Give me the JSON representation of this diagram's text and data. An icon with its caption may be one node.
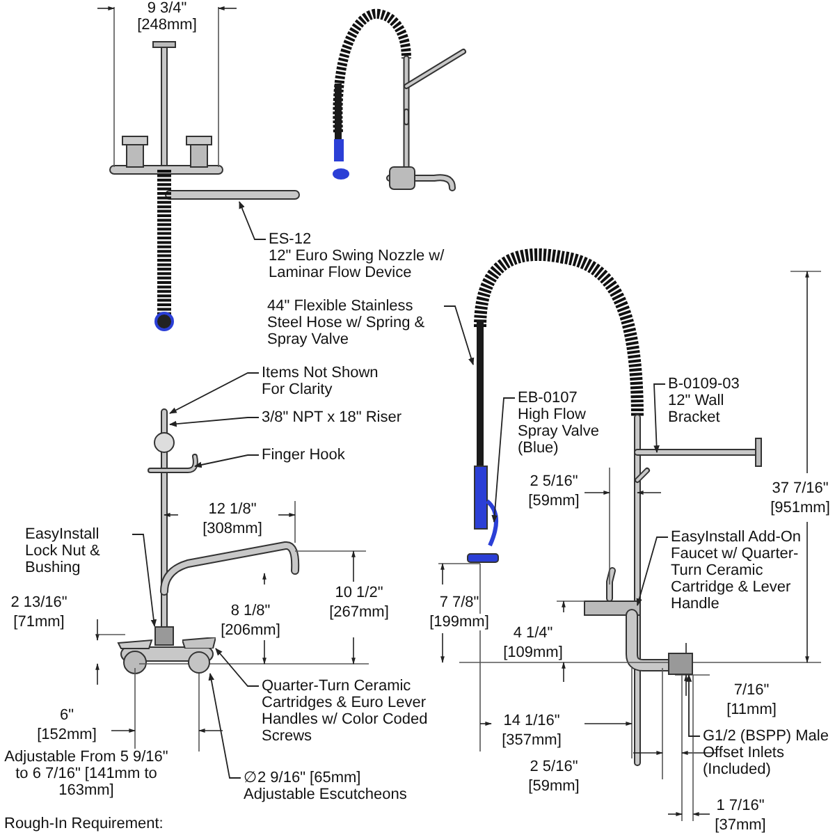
{
  "diagram": {
    "nodes": [
      {
        "text": [
          "ES-12",
          "12\" Euro Swing Nozzle w/ Laminar Flow Device"
        ]
      },
      {
        "text": [
          "44\" Flexible Stainless Steel Hose w/ Spring & Spray Valve"
        ]
      },
      {
        "text": [
          "Items Not Shown For Clarity"
        ]
      },
      {
        "text": [
          "3/8\" NPT x 18\" Riser"
        ]
      },
      {
        "text": [
          "Finger Hook"
        ]
      },
      {
        "text": [
          "EasyInstall Lock Nut & Bushing"
        ]
      },
      {
        "text": [
          "Quarter-Turn Ceramic Cartridges & Euro Lever Handles w/ Color Coded Screws"
        ]
      },
      {
        "text": [
          "∅2 9/16\" [65mm]",
          "Adjustable Escutcheons"
        ]
      },
      {
        "text": [
          "EB-0107",
          "High Flow Spray Valve (Blue)"
        ]
      },
      {
        "text": [
          "B-0109-03",
          "12\" Wall Bracket"
        ]
      },
      {
        "text": [
          "EasyInstall Add-On Faucet w/ Quarter-Turn Ceramic Cartridge & Lever Handle"
        ]
      },
      {
        "text": [
          "G1/2 (BSPP) Male Offset Inlets (Included)"
        ]
      },
      {
        "text": [],
        "shape": "bar"
      },
      {
        "text": [],
        "shape": "box"
      },
      {
        "text": [],
        "shape": "box"
      },
      {
        "text": [],
        "shape": "circle"
      }
    ],
    "edges": [
      {
        "from": 0,
        "to": null,
        "arrow": "to"
      },
      {
        "from": 1,
        "to": null,
        "arrow": "to"
      },
      {
        "from": 2,
        "to": null,
        "arrow": "to"
      },
      {
        "from": 3,
        "to": null,
        "arrow": "to"
      },
      {
        "from": 4,
        "to": null,
        "arrow": "to"
      },
      {
        "from": 5,
        "to": 14,
        "arrow": "to"
      },
      {
        "from": 6,
        "to": 12,
        "arrow": "to"
      },
      {
        "from": 7,
        "to": 15,
        "arrow": "to"
      },
      {
        "from": 8,
        "to": null,
        "arrow": "to"
      },
      {
        "from": 9,
        "to": null,
        "arrow": "to"
      },
      {
        "from": 10,
        "to": null,
        "arrow": "to"
      },
      {
        "from": 11,
        "to": 13,
        "arrow": "to"
      }
    ],
    "labels": [
      "9 3/4\"",
      "[248mm]",
      "12 1/8\"",
      "[308mm]",
      "10 1/2\"",
      "[267mm]",
      "2 13/16\"",
      "[71mm]",
      "8 1/8\"",
      "[206mm]",
      "6\"",
      "[152mm]",
      "Adjustable From 5 9/16\" to 6 7/16\" [141mm to 163mm]",
      "Rough-In Requirement:",
      "2 5/16\"",
      "[59mm]",
      "37 7/16\"",
      "[951mm]",
      "7 7/8\"",
      "[199mm]",
      "4 1/4\"",
      "[109mm]",
      "7/16\"",
      "[11mm]",
      "14 1/16\"",
      "[357mm]",
      "2 5/16\"",
      "[59mm]",
      "1 7/16\"",
      "[37mm]"
    ]
  }
}
